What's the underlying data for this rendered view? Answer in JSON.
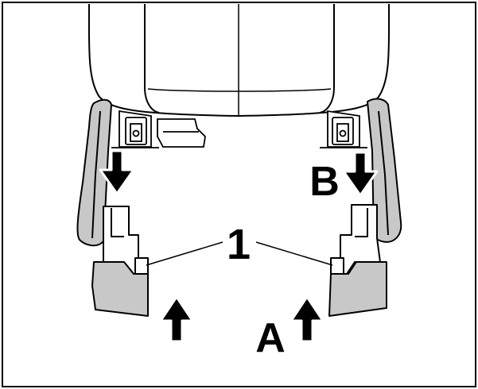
{
  "labels": {
    "callout_number": "1",
    "arrow_a": "A",
    "arrow_b": "B"
  },
  "colors": {
    "stroke": "#000000",
    "shade": "#c8c8c8",
    "background": "#ffffff"
  }
}
